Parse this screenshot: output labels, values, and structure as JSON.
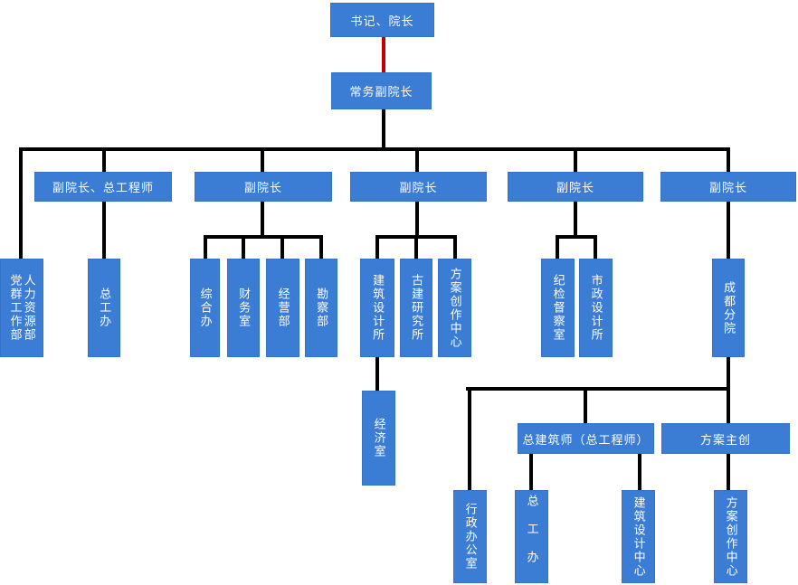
{
  "diagram": {
    "type": "org-chart",
    "background": "#ffffff"
  },
  "colors": {
    "node_fill": "#3b7cd5",
    "node_text": "#ffffff",
    "connector": "#000000",
    "highlight_connector": "#c00000"
  },
  "nodes": {
    "president": {
      "label": "书记、院长"
    },
    "exec_vp": {
      "label": "常务副院长"
    },
    "vp_chief": {
      "label": "副院长、总工程师"
    },
    "vp2": {
      "label": "副院长"
    },
    "vp3": {
      "label": "副院长"
    },
    "vp4": {
      "label": "副院长"
    },
    "vp5": {
      "label": "副院长"
    },
    "party_mass": {
      "label": "党群工作部"
    },
    "hr": {
      "label": "人力资源部"
    },
    "chief_office": {
      "label": "总工办"
    },
    "general_office": {
      "label": "综合办"
    },
    "finance": {
      "label": "财务室"
    },
    "operations": {
      "label": "经营部"
    },
    "survey": {
      "label": "勘察部"
    },
    "arch_design": {
      "label": "建筑设计所"
    },
    "heritage": {
      "label": "古建研究所"
    },
    "concept_center": {
      "label": "方案创作中心"
    },
    "discipline": {
      "label": "纪检督察室"
    },
    "municipal": {
      "label": "市政设计所"
    },
    "chengdu": {
      "label": "成都分院"
    },
    "economy": {
      "label": "经济室"
    },
    "admin_office": {
      "label": "行政办公室"
    },
    "chief_architect": {
      "label": "总建筑师（总工程师）"
    },
    "concept_lead": {
      "label": "方案主创"
    },
    "cd_chief_office": {
      "label": "总工办"
    },
    "cd_arch_center": {
      "label": "建筑设计中心"
    },
    "cd_concept_center": {
      "label": "方案创作中心"
    }
  },
  "edges": [
    {
      "from": "president",
      "to": "exec_vp",
      "highlight": true
    },
    {
      "from": "exec_vp",
      "to": "party_mass_hr_box"
    },
    {
      "from": "exec_vp",
      "to": "vp_chief"
    },
    {
      "from": "exec_vp",
      "to": "vp2"
    },
    {
      "from": "exec_vp",
      "to": "vp3"
    },
    {
      "from": "exec_vp",
      "to": "vp4"
    },
    {
      "from": "exec_vp",
      "to": "vp5"
    },
    {
      "from": "vp_chief",
      "to": "chief_office"
    },
    {
      "from": "vp2",
      "to": "general_office"
    },
    {
      "from": "vp2",
      "to": "finance"
    },
    {
      "from": "vp2",
      "to": "operations"
    },
    {
      "from": "vp2",
      "to": "survey"
    },
    {
      "from": "vp3",
      "to": "arch_design"
    },
    {
      "from": "vp3",
      "to": "heritage"
    },
    {
      "from": "vp3",
      "to": "concept_center"
    },
    {
      "from": "arch_design",
      "to": "economy"
    },
    {
      "from": "vp4",
      "to": "discipline"
    },
    {
      "from": "vp4",
      "to": "municipal"
    },
    {
      "from": "vp5",
      "to": "chengdu"
    },
    {
      "from": "chengdu",
      "to": "admin_office"
    },
    {
      "from": "chengdu",
      "to": "chief_architect"
    },
    {
      "from": "chengdu",
      "to": "concept_lead"
    },
    {
      "from": "chief_architect",
      "to": "cd_chief_office"
    },
    {
      "from": "chief_architect",
      "to": "cd_arch_center"
    },
    {
      "from": "concept_lead",
      "to": "cd_concept_center"
    }
  ]
}
